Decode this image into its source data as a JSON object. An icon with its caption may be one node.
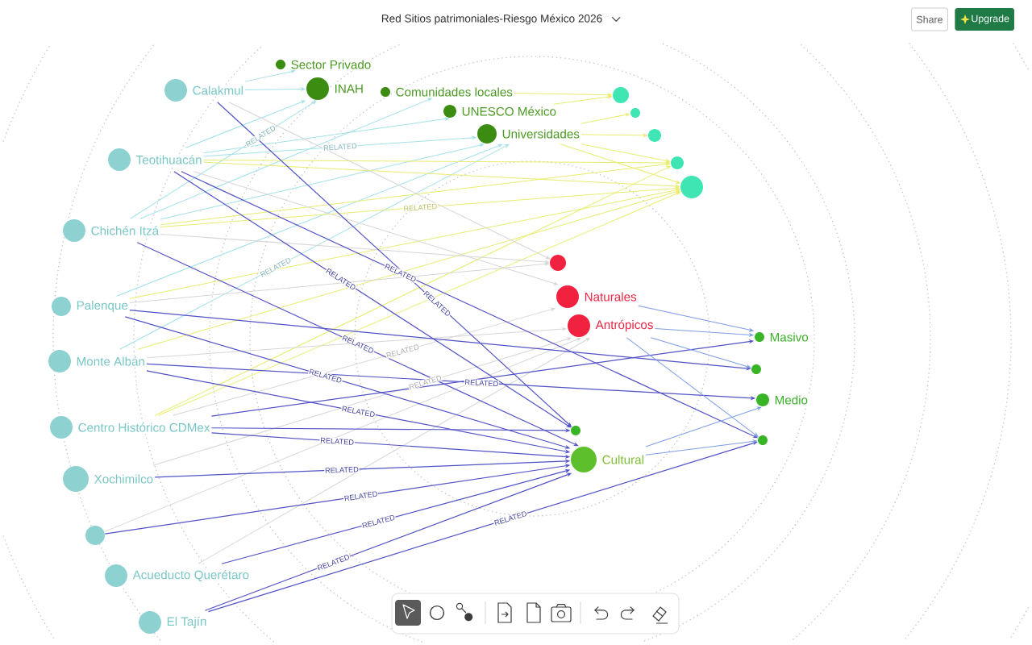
{
  "diagram": {
    "title": "Red Sitios patrimoniales-Riesgo México 2026",
    "nodes": [
      {
        "text": [
          "Calakmul"
        ]
      },
      {
        "text": [
          "Teotihuacán"
        ]
      },
      {
        "text": [
          "Chichén Itzá"
        ]
      },
      {
        "text": [
          "Palenque"
        ]
      },
      {
        "text": [
          "Monte Albán"
        ]
      },
      {
        "text": [
          "Centro Histórico CDMex"
        ]
      },
      {
        "text": [
          "Xochimilco"
        ]
      },
      {
        "text": [],
        "shape": "circle"
      },
      {
        "text": [
          "Acueducto Querétaro"
        ]
      },
      {
        "text": [
          "El Tajín"
        ]
      },
      {
        "text": [
          "Sector Privado"
        ]
      },
      {
        "text": [
          "INAH"
        ]
      },
      {
        "text": [
          "Comunidades locales"
        ]
      },
      {
        "text": [
          "UNESCO México"
        ]
      },
      {
        "text": [
          "Universidades"
        ]
      },
      {
        "text": [],
        "shape": "circle"
      },
      {
        "text": [],
        "shape": "circle"
      },
      {
        "text": [],
        "shape": "circle"
      },
      {
        "text": [],
        "shape": "circle"
      },
      {
        "text": [],
        "shape": "circle"
      },
      {
        "text": [],
        "shape": "circle"
      },
      {
        "text": [
          "Naturales"
        ]
      },
      {
        "text": [
          "Antrópicos"
        ]
      },
      {
        "text": [
          "Masivo"
        ]
      },
      {
        "text": [],
        "shape": "circle"
      },
      {
        "text": [
          "Medio"
        ]
      },
      {
        "text": [],
        "shape": "circle"
      },
      {
        "text": [],
        "shape": "circle"
      },
      {
        "text": [
          "Cultural"
        ]
      }
    ],
    "edges": [
      {
        "from": 0,
        "to": 11,
        "arrow": "to",
        "color": "#a3e2e8"
      },
      {
        "from": 1,
        "to": 13,
        "arrow": "to",
        "color": "#a3e2e8"
      },
      {
        "from": 1,
        "to": 11,
        "arrow": "to",
        "color": "#a3e2e8"
      },
      {
        "from": 1,
        "to": 14,
        "arrow": "to",
        "color": "#a3e2e8",
        "label": "RELATED"
      },
      {
        "from": 2,
        "to": 11,
        "arrow": "to",
        "color": "#a3e2e8",
        "label": "RELATED"
      },
      {
        "from": 2,
        "to": 12,
        "arrow": "to",
        "color": "#a3e2e8"
      },
      {
        "from": 2,
        "to": 14,
        "arrow": "to",
        "color": "#a3e2e8"
      },
      {
        "from": 3,
        "to": 14,
        "arrow": "to",
        "color": "#a3e2e8"
      },
      {
        "from": 4,
        "to": 14,
        "arrow": "to",
        "color": "#a3e2e8",
        "label": "RELATED"
      },
      {
        "from": 13,
        "to": 15,
        "arrow": "to",
        "color": "#e9ec6e"
      },
      {
        "from": 12,
        "to": 15,
        "arrow": "to",
        "color": "#e9ec6e"
      },
      {
        "from": 14,
        "to": 17,
        "arrow": "to",
        "color": "#e9ec6e"
      },
      {
        "from": 14,
        "to": 19,
        "arrow": "to",
        "color": "#e9ec6e"
      },
      {
        "from": 1,
        "to": 18,
        "arrow": "to",
        "color": "#e9ec6e"
      },
      {
        "from": 1,
        "to": 19,
        "arrow": "to",
        "color": "#e9ec6e"
      },
      {
        "from": 2,
        "to": 18,
        "arrow": "to",
        "color": "#e9ec6e"
      },
      {
        "from": 2,
        "to": 19,
        "arrow": "to",
        "color": "#e9ec6e",
        "label": "RELATED"
      },
      {
        "from": 3,
        "to": 19,
        "arrow": "to",
        "color": "#e9ec6e"
      },
      {
        "from": 4,
        "to": 19,
        "arrow": "to",
        "color": "#e9ec6e"
      },
      {
        "from": 5,
        "to": 19,
        "arrow": "to",
        "color": "#e9ec6e"
      },
      {
        "from": 5,
        "to": 18,
        "arrow": "to",
        "color": "#e9ec6e"
      },
      {
        "from": 14,
        "to": 16,
        "arrow": "to",
        "color": "#e9ec6e"
      },
      {
        "from": 14,
        "to": 18,
        "arrow": "to",
        "color": "#e9ec6e"
      },
      {
        "from": 0,
        "to": 20,
        "arrow": "to",
        "color": "#d6d6d6"
      },
      {
        "from": 1,
        "to": 21,
        "arrow": "to",
        "color": "#d6d6d6"
      },
      {
        "from": 2,
        "to": 20,
        "arrow": "to",
        "color": "#d6d6d6"
      },
      {
        "from": 3,
        "to": 20,
        "arrow": "to",
        "color": "#d6d6d6"
      },
      {
        "from": 4,
        "to": 22,
        "arrow": "to",
        "color": "#d6d6d6"
      },
      {
        "from": 5,
        "to": 21,
        "arrow": "to",
        "color": "#d6d6d6",
        "label": "RELATED"
      },
      {
        "from": 6,
        "to": 22,
        "arrow": "to",
        "color": "#d6d6d6",
        "label": "RELATED"
      },
      {
        "from": 7,
        "to": 22,
        "arrow": "to",
        "color": "#d6d6d6"
      },
      {
        "from": 8,
        "to": 22,
        "arrow": "to",
        "color": "#d6d6d6"
      },
      {
        "from": 0,
        "to": 27,
        "arrow": "to",
        "label": "RELATED"
      },
      {
        "from": 1,
        "to": 27,
        "arrow": "to",
        "label": "RELATED"
      },
      {
        "from": 1,
        "to": 26,
        "arrow": "to",
        "label": "RELATED"
      },
      {
        "from": 2,
        "to": 28,
        "arrow": "to",
        "label": "RELATED"
      },
      {
        "from": 3,
        "to": 28,
        "arrow": "to",
        "label": "RELATED"
      },
      {
        "from": 3,
        "to": 24,
        "arrow": "to"
      },
      {
        "from": 4,
        "to": 28,
        "arrow": "to",
        "label": "RELATED"
      },
      {
        "from": 4,
        "to": 25,
        "arrow": "to",
        "label": "RELATED"
      },
      {
        "from": 5,
        "to": 28,
        "arrow": "to",
        "label": "RELATED"
      },
      {
        "from": 5,
        "to": 27,
        "arrow": "to"
      },
      {
        "from": 5,
        "to": 23,
        "arrow": "to"
      },
      {
        "from": 6,
        "to": 28,
        "arrow": "to",
        "label": "RELATED"
      },
      {
        "from": 7,
        "to": 28,
        "arrow": "to",
        "label": "RELATED"
      },
      {
        "from": 8,
        "to": 28,
        "arrow": "to",
        "label": "RELATED"
      },
      {
        "from": 9,
        "to": 28,
        "arrow": "to",
        "label": "RELATED"
      },
      {
        "from": 9,
        "to": 26,
        "arrow": "to",
        "label": "RELATED"
      },
      {
        "from": 21,
        "to": 23,
        "arrow": "to",
        "color": "#7d9de6"
      },
      {
        "from": 22,
        "to": 23,
        "arrow": "to",
        "color": "#7d9de6"
      },
      {
        "from": 22,
        "to": 24,
        "arrow": "to",
        "color": "#7d9de6"
      },
      {
        "from": 22,
        "to": 26,
        "arrow": "to",
        "color": "#7d9de6"
      },
      {
        "from": 28,
        "to": 25,
        "arrow": "to",
        "color": "#7d9de6"
      },
      {
        "from": 28,
        "to": 26,
        "arrow": "to",
        "color": "#7d9de6"
      },
      {
        "from": 0,
        "to": 10,
        "arrow": "to",
        "color": "#a3e2e8"
      }
    ],
    "labels": [
      "Share",
      "Upgrade"
    ]
  }
}
